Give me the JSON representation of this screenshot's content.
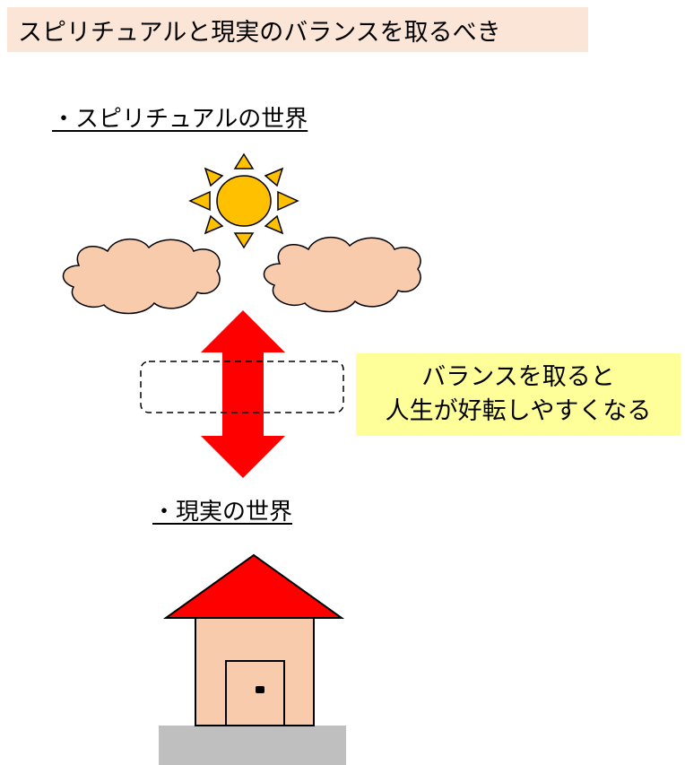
{
  "title": "スピリチュアルと現実のバランスを取るべき",
  "spiritual_heading": "・スピリチュアルの世界",
  "reality_heading": "・現実の世界",
  "callout": {
    "line1": "バランスを取ると",
    "line2": "人生が好転しやすくなる"
  },
  "colors": {
    "title_background": "#fbe5d6",
    "callout_background": "#ffff99",
    "arrow": "#ff0000",
    "sun": "#ffc000",
    "cloud": "#f8cbad",
    "house_wall": "#f8cbad",
    "house_roof": "#ff0000",
    "ground": "#bfbfbf"
  }
}
